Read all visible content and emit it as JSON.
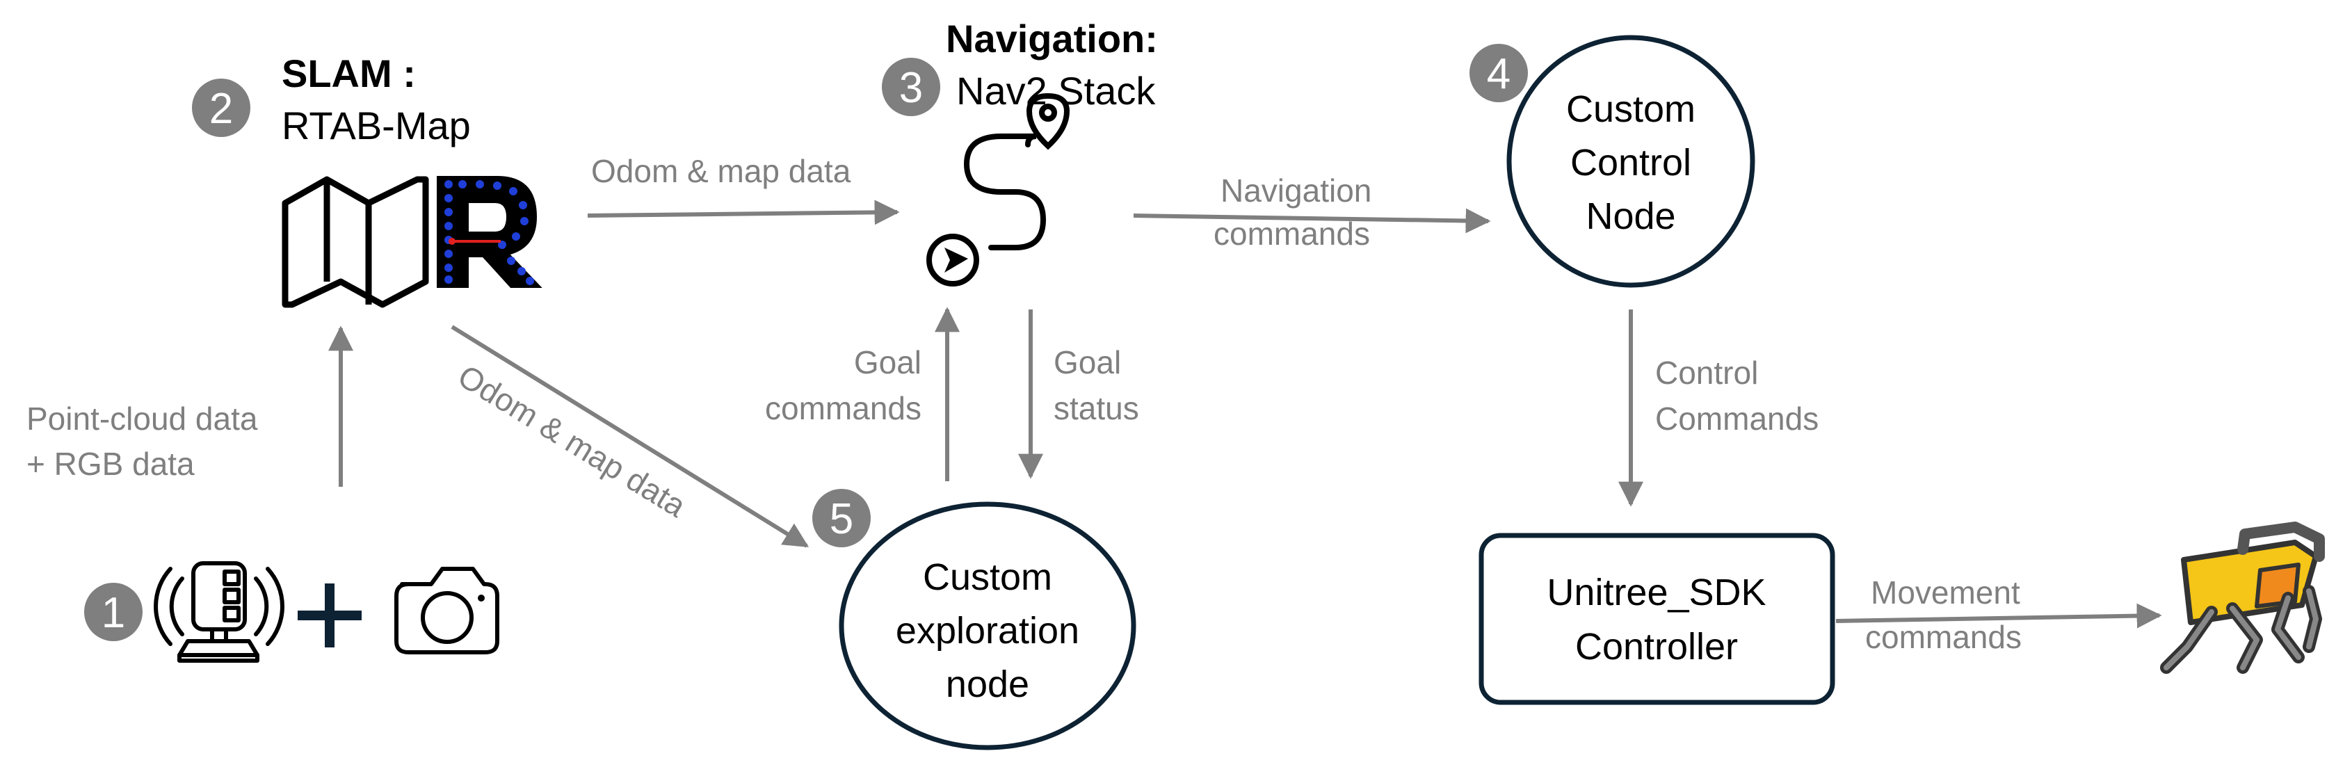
{
  "colors": {
    "arrow": "#7f7f7f",
    "badge": "#7f7f7f",
    "node_border": "#0d2233",
    "plus": "#0d2233",
    "robot_body": "#f5c518",
    "robot_accent": "#f08a1c"
  },
  "badges": {
    "b1": "1",
    "b2": "2",
    "b3": "3",
    "b4": "4",
    "b5": "5"
  },
  "slam": {
    "label": "SLAM",
    "colon": " :",
    "name": "RTAB-Map"
  },
  "navigation": {
    "label": "Navigation",
    "colon": ":",
    "name": "Nav2 Stack"
  },
  "nodes": {
    "control": [
      "Custom",
      "Control",
      "Node"
    ],
    "exploration": [
      "Custom",
      "exploration",
      "node"
    ],
    "sdk": [
      "Unitree_SDK",
      "Controller"
    ]
  },
  "edges": {
    "sensor_to_slam": [
      "Point-cloud data",
      "+ RGB data"
    ],
    "slam_to_nav": "Odom & map data",
    "slam_to_explore": "Odom & map data",
    "nav_to_control": [
      "Navigation",
      "commands"
    ],
    "explore_to_nav": [
      "Goal",
      "commands"
    ],
    "nav_to_explore": [
      "Goal",
      "status"
    ],
    "control_to_sdk": [
      "Control",
      "Commands"
    ],
    "sdk_to_robot": [
      "Movement",
      "commands"
    ]
  },
  "icons": {
    "sensor": "lidar-sensor-icon",
    "plus": "plus-icon",
    "camera": "camera-icon",
    "map": "map-icon",
    "rtab_logo": "rtab-map-logo-icon",
    "route": "route-navigation-icon",
    "robot": "quadruped-robot-icon"
  }
}
